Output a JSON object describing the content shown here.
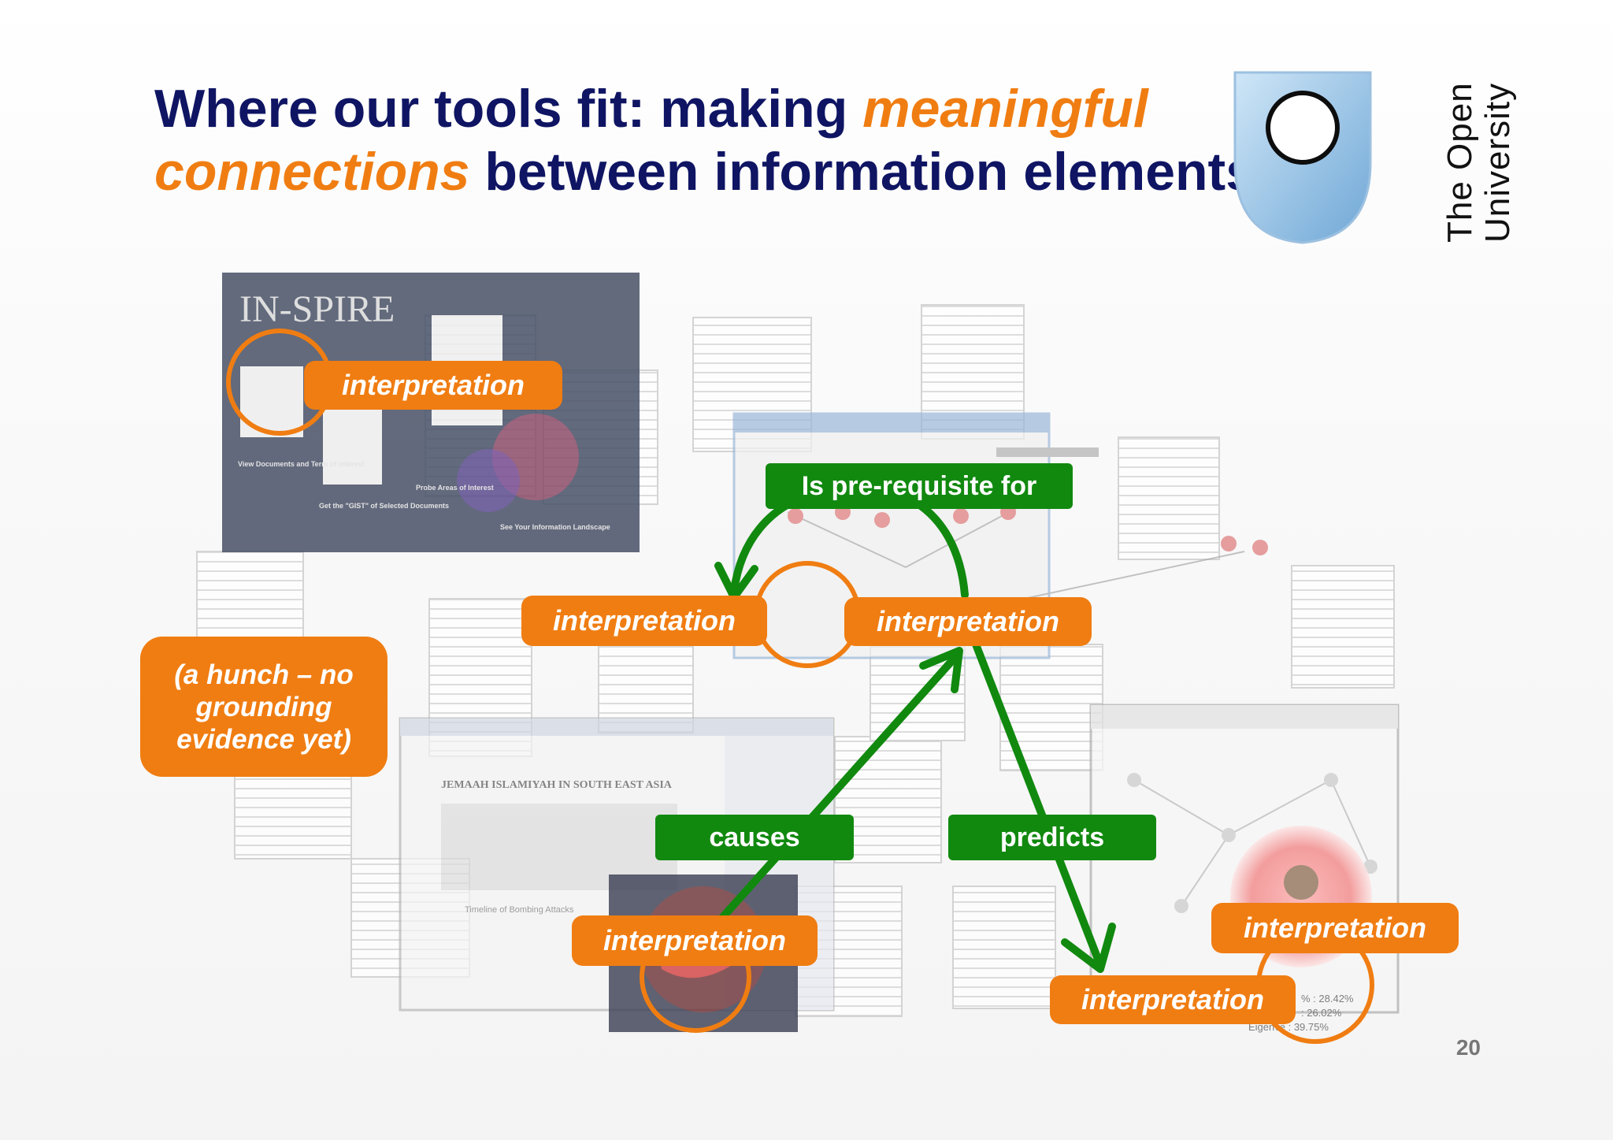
{
  "slide": {
    "title_part1": "Where our tools fit: making ",
    "title_highlight1": "meaningful",
    "title_highlight2": "connections",
    "title_part2": " between information elements",
    "page_number": "20"
  },
  "logo": {
    "line1": "The Open",
    "line2": "University"
  },
  "screenshot_text": {
    "inspire": "IN-SPIRE",
    "view_documents": "View Documents and Term of interest",
    "gist": "Get the \"GIST\" of Selected Documents",
    "probe": "Probe Areas of Interest",
    "landscape": "See Your Information Landscape",
    "jemaah": "JEMAAH ISLAMIYAH IN SOUTH EAST ASIA",
    "timeline": "Timeline of Bombing Attacks",
    "stat1": "% : 28.42%",
    "stat2": ": 26.02%",
    "stat3": "Eigenve    : 39.75%"
  },
  "labels": {
    "interpretation": "interpretation",
    "hunch_line1": "(a hunch – no",
    "hunch_line2": "grounding",
    "hunch_line3": "evidence yet)",
    "prereq": "Is pre-requisite for",
    "causes": "causes",
    "predicts": "predicts"
  },
  "colors": {
    "title_navy": "#0f1563",
    "accent_orange": "#f07d12",
    "link_green": "#11890f"
  }
}
